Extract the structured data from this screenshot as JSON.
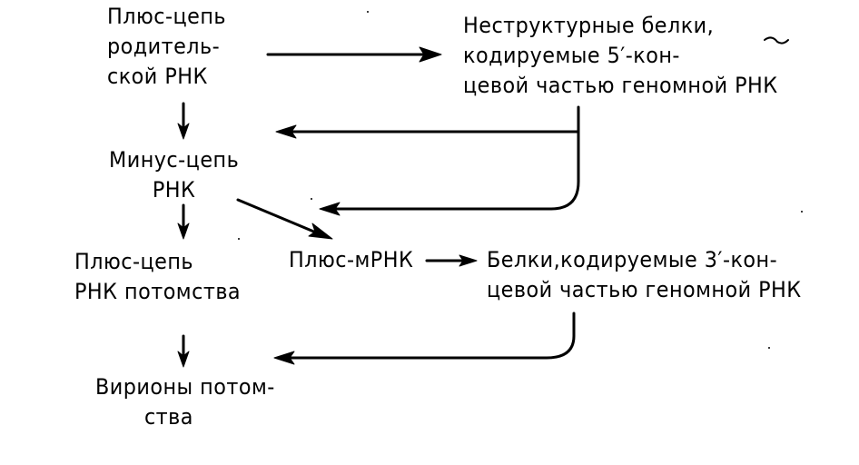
{
  "nodes": {
    "parent_plus": {
      "lines": [
        "Плюс-цепь",
        "родитель-",
        "ской РНК"
      ]
    },
    "nonstructural": {
      "lines": [
        "Неструктурные белки,",
        "кодируемые 5′-кон-",
        "цевой частью геномной РНК"
      ]
    },
    "minus_strand": {
      "lines": [
        "Минус-цепь",
        "РНК"
      ]
    },
    "plus_mrna": {
      "lines": [
        "Плюс-мРНК"
      ]
    },
    "progeny_plus": {
      "lines": [
        "Плюс-цепь",
        "РНК потомства"
      ]
    },
    "proteins_3": {
      "lines": [
        "Белки,кодируемые 3′-кон-",
        "цевой частью геномной РНК"
      ]
    },
    "virions": {
      "lines": [
        "Вирионы потом-",
        "ства"
      ]
    }
  },
  "colors": {
    "ink": "#000000",
    "background": "#ffffff"
  }
}
